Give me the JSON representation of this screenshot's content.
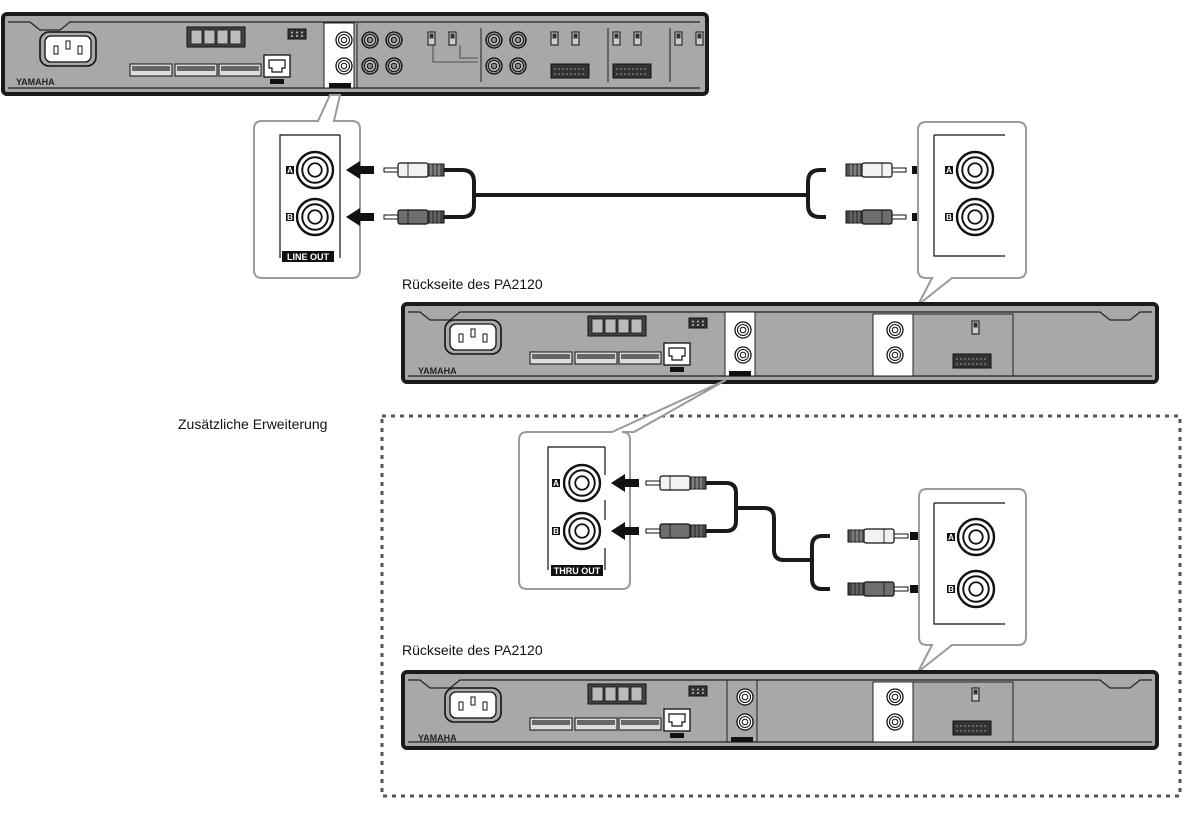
{
  "diagram": {
    "type": "connection-diagram",
    "source_device": {
      "brand": "YAMAHA",
      "output_panel_label": "LINE OUT",
      "channels": [
        "A",
        "B"
      ]
    },
    "amplifier_1": {
      "caption": "Rückseite des PA2120",
      "brand": "YAMAHA",
      "input_channels": [
        "A",
        "B"
      ],
      "thru_panel_label": "THRU OUT",
      "thru_channels": [
        "A",
        "B"
      ]
    },
    "expansion_group": {
      "caption": "Zusätzliche Erweiterung",
      "style": "dashed-border"
    },
    "amplifier_2": {
      "caption": "Rückseite des PA2120",
      "brand": "YAMAHA",
      "input_channels": [
        "A",
        "B"
      ]
    },
    "colors": {
      "chassis": "#a7a8aa",
      "chassis_border": "#1a1a1a",
      "callout_border": "#9a9a9a",
      "cable": "#1a1a1a",
      "plug_white": "#f2f2f2",
      "plug_red": "#6e6e6e",
      "dashed_border": "#555555"
    }
  }
}
